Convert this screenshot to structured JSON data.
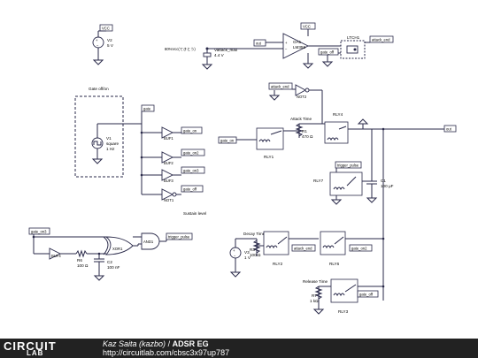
{
  "labels": {
    "vcc_top": "VCC",
    "vcc_mid": "VCC",
    "v2_name": "V2",
    "v2_val": "5 V",
    "vcc_formula": "80%Vcc(てきとう)",
    "vattack_name": "Vattack_max",
    "vattack_val": "4.4 V",
    "out_tag_top": "out",
    "oa_name": "OA1",
    "oa_part": "LM358",
    "ltch_name": "LTCH1",
    "attack_end_1": "attack_end",
    "gate_off_1": "gate_off",
    "gate_offon_title": "Gate off/on",
    "v1_name": "V1",
    "v1_type": "square",
    "v1_freq": "1 Hz",
    "gate_tag": "gate",
    "gate_on_1": "gate_on",
    "gate_on2_1": "gate_on2",
    "gate_on3_1": "gate_on3",
    "gate_off_2": "gate_off",
    "buf1": "BUF1",
    "buf2": "BUF2",
    "buf3": "BUF3",
    "not1": "NOT1",
    "not2": "NOT2",
    "attack_end_2": "attack_end",
    "attack_time": "Attack Time",
    "rly4": "RLY4",
    "gate_on_2": "gate_on",
    "r1_name": "R1",
    "r1_val": "470 Ω",
    "rly1": "RLY1",
    "out_tag_right": "out",
    "trigger_pulse_1": "trigger_pulse",
    "c1_name": "C1",
    "c1_val": "100 μF",
    "rly7": "RLY7",
    "sustain_level": "Sustain level",
    "gate_on3_2": "gate_on3",
    "buf4": "BUF4",
    "xor1": "XOR1",
    "and1": "AND1",
    "trigger_pulse_2": "trigger_pulse",
    "r6_name": "R6",
    "r6_val": "100 Ω",
    "c2_name": "C2",
    "c2_val": "100 nF",
    "decay_time": "Decay Time",
    "v3_name": "V3",
    "v3_val": "1 V",
    "r3_name": "R3",
    "r3_val": "100 Ω",
    "rly2": "RLY2",
    "attack_end_3": "attack_end",
    "rly6": "RLY6",
    "gate_on2_2": "gate_on2",
    "release_time": "Release Time",
    "r7_name": "R7",
    "r7_val": "1 kΩ",
    "gate_off_3": "gate_off",
    "rly3": "RLY3"
  },
  "footer": {
    "logo_top": "CIRCUIT",
    "logo_bottom": "LAB",
    "author": "Kaz Saita (kazbo)",
    "separator": "/",
    "circuit_name": "ADSR EG",
    "url": "http://circuitlab.com/cbsc3x97up787"
  }
}
